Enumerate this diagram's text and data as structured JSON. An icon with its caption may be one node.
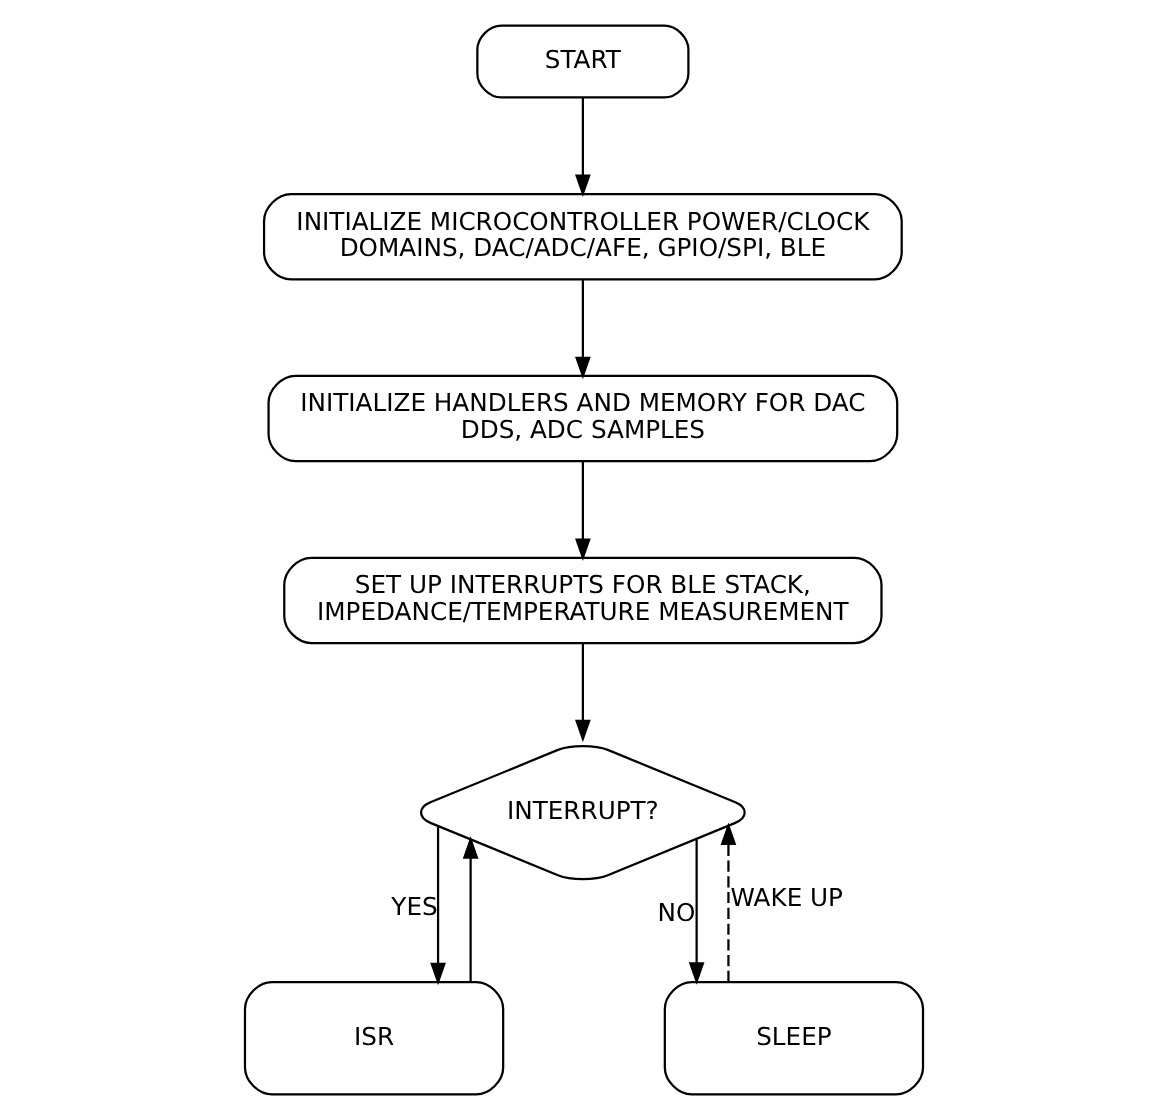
{
  "diagram": {
    "nodes": [
      {
        "text": [
          "START"
        ]
      },
      {
        "text": [
          "INITIALIZE MICROCONTROLLER POWER/CLOCK DOMAINS, DAC/ADC/AFE, GPIO/SPI, BLE"
        ]
      },
      {
        "text": [
          "INITIALIZE HANDLERS AND MEMORY FOR DAC DDS, ADC SAMPLES"
        ]
      },
      {
        "text": [
          "SET UP INTERRUPTS FOR BLE STACK, IMPEDANCE/TEMPERATURE MEASUREMENT"
        ]
      },
      {
        "text": [
          "INTERRUPT?"
        ]
      },
      {
        "text": [
          "ISR"
        ]
      },
      {
        "text": [
          "SLEEP"
        ]
      }
    ],
    "edges": [
      {
        "from": 0,
        "to": 1,
        "arrow": "to"
      },
      {
        "from": 1,
        "to": 2,
        "arrow": "to"
      },
      {
        "from": 2,
        "to": 3,
        "arrow": "to"
      },
      {
        "from": 3,
        "to": 4,
        "arrow": "to"
      },
      {
        "from": 4,
        "to": 5,
        "arrow": "to",
        "label": "YES"
      },
      {
        "from": 4,
        "to": 6,
        "arrow": "to",
        "label": "NO"
      },
      {
        "from": 5,
        "to": 4,
        "arrow": "to"
      },
      {
        "from": 6,
        "to": 4,
        "arrow": "to",
        "label": "WAKE UP",
        "style": "dashed"
      }
    ]
  }
}
